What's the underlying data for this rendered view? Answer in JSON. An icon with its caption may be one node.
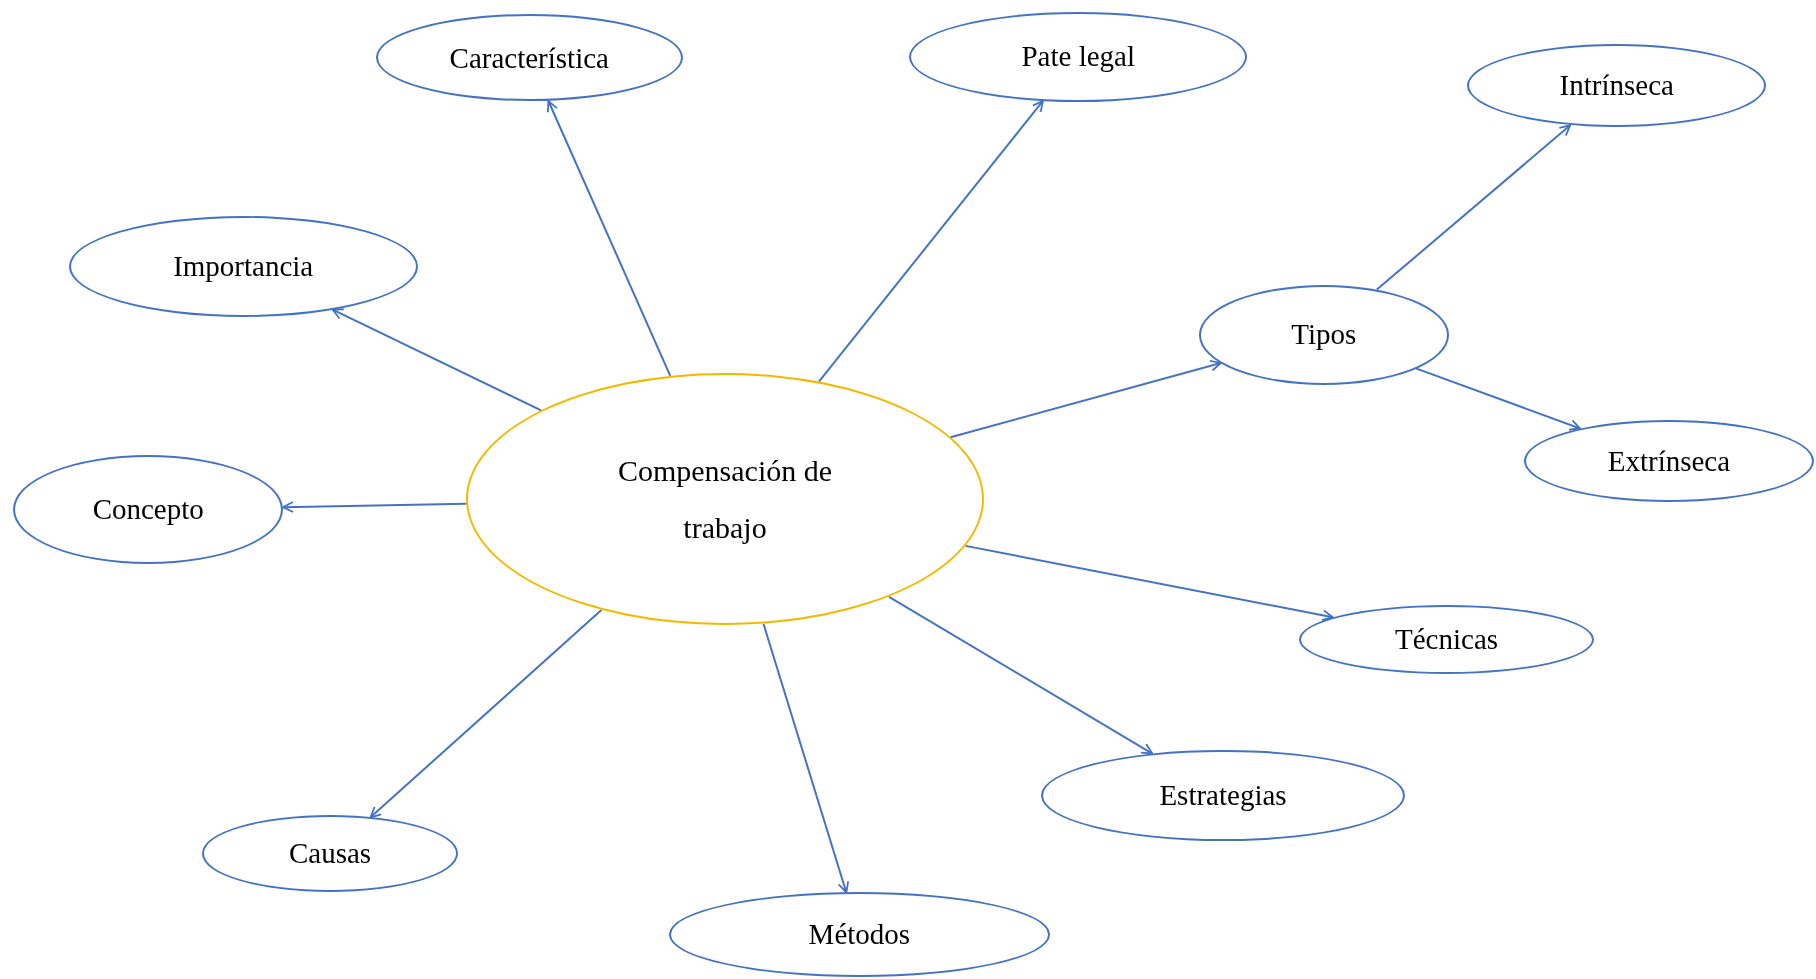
{
  "diagram": {
    "nodes": [
      {
        "text": [
          "Característica"
        ]
      },
      {
        "text": [
          "Pate legal"
        ]
      },
      {
        "text": [
          "Intrínseca"
        ]
      },
      {
        "text": [
          "Importancia"
        ]
      },
      {
        "text": [
          "Tipos"
        ]
      },
      {
        "text": [
          "Concepto"
        ]
      },
      {
        "text": [
          "Compensación de trabajo"
        ]
      },
      {
        "text": [
          "Extrínseca"
        ]
      },
      {
        "text": [
          "Técnicas"
        ]
      },
      {
        "text": [
          "Estrategias"
        ]
      },
      {
        "text": [
          "Causas"
        ]
      },
      {
        "text": [
          "Métodos"
        ]
      }
    ],
    "edges": [
      {
        "from": 6,
        "to": 0,
        "arrow": "to"
      },
      {
        "from": 6,
        "to": 1,
        "arrow": "to"
      },
      {
        "from": 4,
        "to": 2,
        "arrow": "to"
      },
      {
        "from": 6,
        "to": 3,
        "arrow": "to"
      },
      {
        "from": 6,
        "to": 4,
        "arrow": "to"
      },
      {
        "from": 6,
        "to": 5,
        "arrow": "to"
      },
      {
        "from": 4,
        "to": 7,
        "arrow": "to"
      },
      {
        "from": 6,
        "to": 8,
        "arrow": "to"
      },
      {
        "from": 6,
        "to": 9,
        "arrow": "to"
      },
      {
        "from": 6,
        "to": 10,
        "arrow": "to"
      },
      {
        "from": 6,
        "to": 11,
        "arrow": "to"
      }
    ]
  }
}
